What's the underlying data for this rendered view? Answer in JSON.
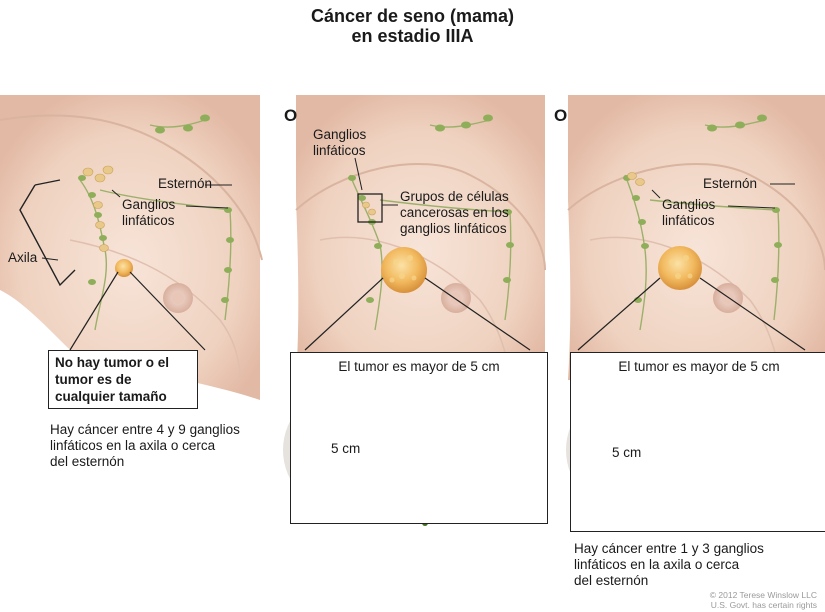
{
  "title_line1": "Cáncer de seno (mama)",
  "title_line2": "en estadio IIIA",
  "or_word": "O",
  "panel1": {
    "axila": "Axila",
    "esternon": "Esternón",
    "ganglios": "Ganglios\nlinfáticos",
    "callout": "No hay tumor o el\ntumor es de\ncualquier tamaño",
    "note": "Hay cáncer entre 4 y 9 ganglios\nlinfáticos en la axila o cerca\ndel esternón"
  },
  "panel2": {
    "ganglios": "Ganglios\nlinfáticos",
    "grupos": "Grupos de células\ncancerosas en los\nganglios linfáticos",
    "size_head": "El tumor es mayor de 5 cm",
    "size_circle": "5 cm"
  },
  "panel3": {
    "esternon": "Esternón",
    "ganglios": "Ganglios\nlinfáticos",
    "size_head": "El tumor es mayor de 5 cm",
    "size_circle": "5 cm",
    "note": "Hay cáncer entre 1 y 3 ganglios\nlinfáticos en la axila o cerca\ndel esternón"
  },
  "copyright": "© 2012 Terese Winslow LLC\nU.S. Govt. has certain rights",
  "colors": {
    "skin": "#f2d8c8",
    "skin_shadow": "#d9b4a0",
    "node_green": "#8fae5a",
    "tumor": "#f0b860",
    "lime": "#5e9a2c",
    "ghost_circle": "#e6e2de"
  }
}
